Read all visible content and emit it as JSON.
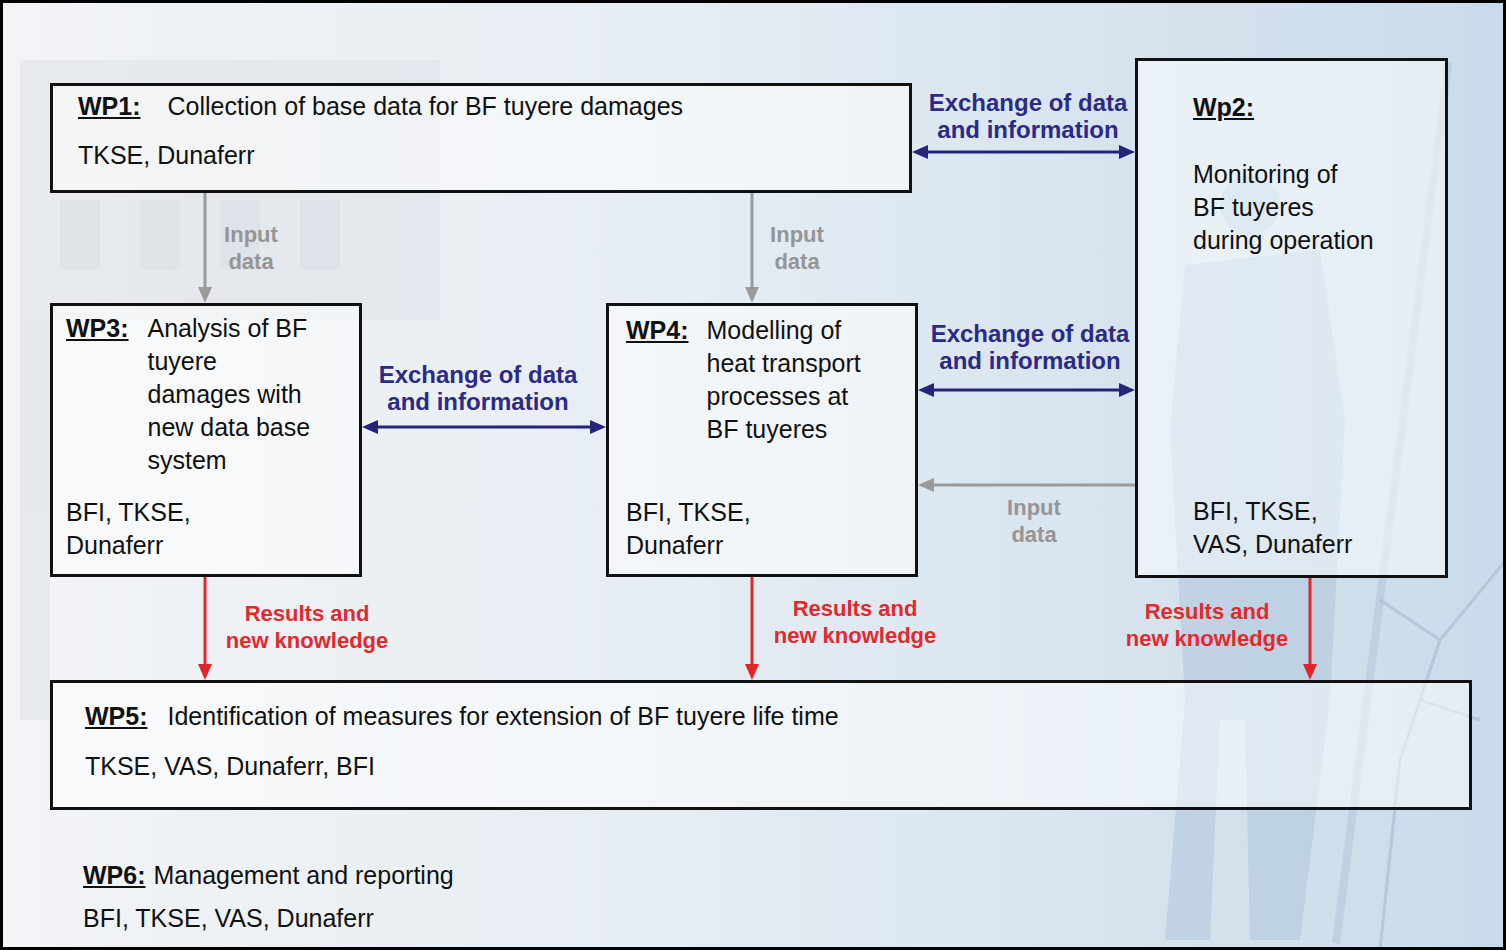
{
  "diagram": {
    "nodes": [
      {
        "text": [
          "WP1:",
          "Collection of base data for BF tuyere damages",
          "TKSE, Dunaferr"
        ]
      },
      {
        "text": [
          "Wp2:",
          "Monitoring of BF tuyeres during operation",
          "BFI, TKSE, VAS, Dunaferr"
        ]
      },
      {
        "text": [
          "WP3:",
          "Analysis of BF tuyere damages with new data base system",
          "BFI, TKSE, Dunaferr"
        ]
      },
      {
        "text": [
          "WP4:",
          "Modelling of heat transport processes at BF tuyeres",
          "BFI, TKSE, Dunaferr"
        ]
      },
      {
        "text": [
          "WP5:",
          "Identification of measures for extension of BF tuyere life time",
          "TKSE, VAS, Dunaferr, BFI"
        ]
      }
    ],
    "edges": [
      {
        "from": 0,
        "to": 1,
        "arrow": "both",
        "label": "Exchange of data and information"
      },
      {
        "from": 0,
        "to": 2,
        "arrow": "to",
        "label": "Input data"
      },
      {
        "from": 0,
        "to": 3,
        "arrow": "to",
        "label": "Input data"
      },
      {
        "from": 2,
        "to": 3,
        "arrow": "both",
        "label": "Exchange of data and information"
      },
      {
        "from": 3,
        "to": 1,
        "arrow": "both",
        "label": "Exchange of data and information"
      },
      {
        "from": 1,
        "to": 3,
        "arrow": "to",
        "label": "Input data"
      },
      {
        "from": 2,
        "to": 4,
        "arrow": "to",
        "label": "Results and new knowledge"
      },
      {
        "from": 3,
        "to": 4,
        "arrow": "to",
        "label": "Results and new knowledge"
      },
      {
        "from": 1,
        "to": 4,
        "arrow": "to",
        "label": "Results and new knowledge"
      }
    ],
    "labels": [
      "WP6:",
      "Management and reporting",
      "BFI, TKSE, VAS, Dunaferr"
    ]
  }
}
